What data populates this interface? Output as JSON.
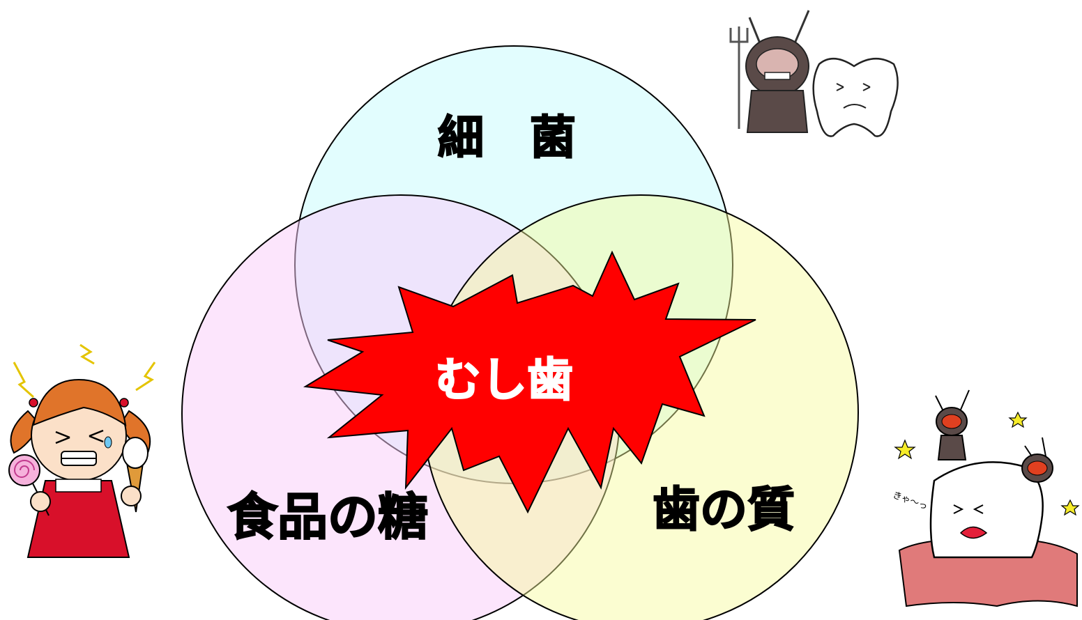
{
  "diagram": {
    "circles": {
      "bacteria": {
        "label": "細　菌",
        "fill": "#e0fdfe"
      },
      "sugar": {
        "label": "食品の糖",
        "fill": "#fce4fc"
      },
      "tooth": {
        "label": "歯の質",
        "fill": "#fbfdd0"
      }
    },
    "center": {
      "label": "むし歯",
      "burst_color": "#ff0000",
      "text_color": "#ffffff"
    },
    "outline_color": "#000000"
  },
  "illustrations": {
    "girl": "crying-girl-with-candy-and-icecream-icon",
    "germ_and_tooth": "germ-devil-with-sad-tooth-icon",
    "germs_attacking": "germs-attacking-tooth-icon",
    "tooth_sound": "きゃ〜っ"
  }
}
